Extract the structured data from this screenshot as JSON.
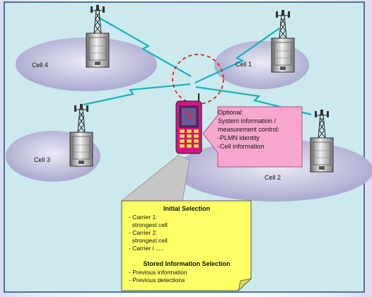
{
  "cells": [
    {
      "label": "Cell 4"
    },
    {
      "label": "Cell 1"
    },
    {
      "label": "Cell 3"
    },
    {
      "label": "Cell 2"
    }
  ],
  "callout": {
    "lines": [
      "Optional:",
      "System information /",
      "measurement control:",
      "-PLMN identity",
      "-Cell information"
    ]
  },
  "note": {
    "initial_title": "Initial Selection",
    "initial_items": [
      "- Carrier 1:",
      "  strongest cell",
      "- Carrier 2:",
      "  strongest cell",
      "- Carrier i ....."
    ],
    "stored_title": "Stored Information Selection",
    "stored_items": [
      "- Previous information",
      "- Previous detections"
    ]
  },
  "colors": {
    "frame": "#cce9ee",
    "cell_fill": "#b7b7d6",
    "radio_link": "#14b4bd",
    "callout": "#f7a6cd",
    "note": "#ffff66",
    "dashed_circle": "#dd2222"
  }
}
